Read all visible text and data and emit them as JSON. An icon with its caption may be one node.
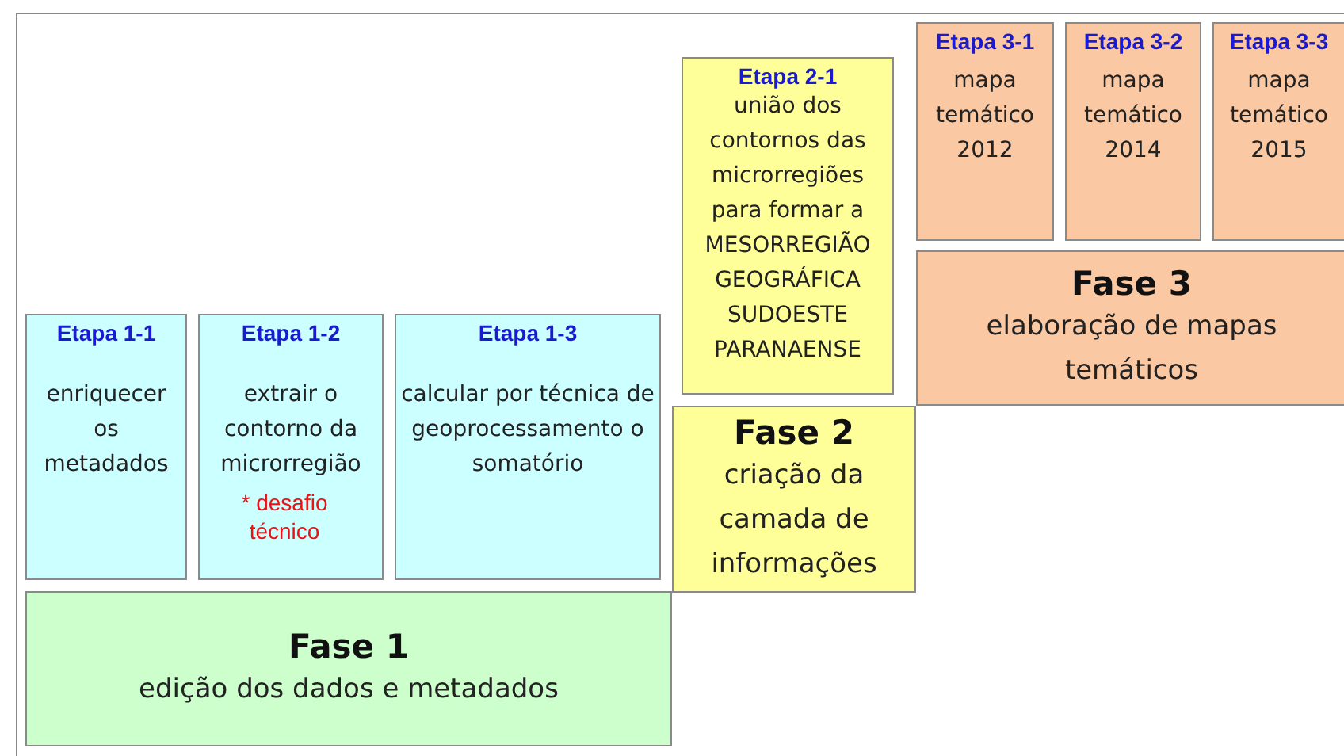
{
  "diagram": {
    "nodes": [
      {
        "text": [
          "Etapa 3-1",
          "mapa temático 2012"
        ]
      },
      {
        "text": [
          "Etapa 3-2",
          "mapa temático 2014"
        ]
      },
      {
        "text": [
          "Etapa 3-3",
          "mapa temático 2015"
        ]
      },
      {
        "text": [
          "Etapa 2-1",
          "união dos contornos das microrregiões para formar a MESORREGIÃO GEOGRÁFICA SUDOESTE PARANAENSE"
        ]
      },
      {
        "text": [
          "Fase 3",
          "elaboração de mapas temáticos"
        ]
      },
      {
        "text": [
          "Etapa 1-1",
          "enriquecer os metadados"
        ]
      },
      {
        "text": [
          "Etapa 1-2",
          "extrair o contorno da microrregião",
          "* desafio técnico"
        ]
      },
      {
        "text": [
          "Etapa 1-3",
          "calcular por técnica de geoprocessamento o somatório"
        ]
      },
      {
        "text": [
          "Fase 2",
          "criação da camada de informações"
        ]
      },
      {
        "text": [
          "Fase 1",
          "edição dos dados e metadados"
        ]
      }
    ],
    "edges": []
  }
}
